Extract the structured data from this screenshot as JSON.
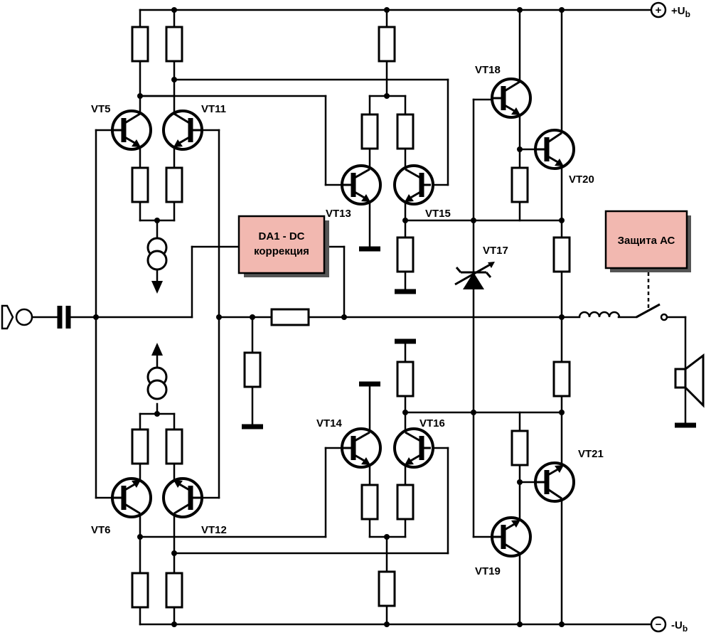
{
  "rails": {
    "positive_label": "+U",
    "positive_sub": "b",
    "positive_symbol": "+",
    "negative_label": "-U",
    "negative_sub": "b",
    "negative_symbol": "−"
  },
  "blocks": {
    "dc_correction_line1": "DA1 - DC",
    "dc_correction_line2": "коррекция",
    "speaker_protection": "Защита АС",
    "fill_color": "#f2b8b0"
  },
  "transistors": {
    "vt5": "VT5",
    "vt6": "VT6",
    "vt11": "VT11",
    "vt12": "VT12",
    "vt13": "VT13",
    "vt14": "VT14",
    "vt15": "VT15",
    "vt16": "VT16",
    "vt17": "VT17",
    "vt18": "VT18",
    "vt19": "VT19",
    "vt20": "VT20",
    "vt21": "VT21"
  }
}
